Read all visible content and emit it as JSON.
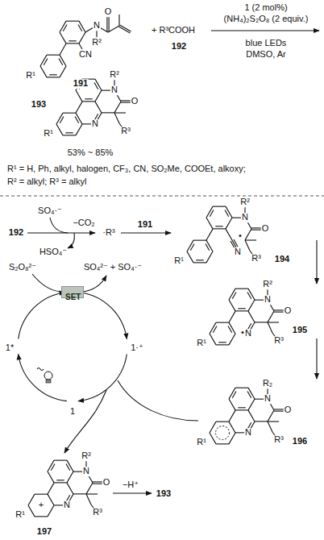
{
  "diagram": {
    "nodes": [
      {
        "text": [
          "SET"
        ]
      }
    ],
    "labels": [
      "R¹",
      "CN",
      "N",
      "O",
      "R²",
      "191",
      "+ R³COOH",
      "192",
      "1 (2 mol%)",
      "(NH₄)₂S₂O₈ (2 equiv.)",
      "blue LEDs",
      "DMSO, Ar",
      "193",
      "R¹",
      "N",
      "R²",
      "O",
      "N",
      "R³",
      "53% ~ 85%",
      "R¹ = H, Ph, alkyl, halogen, CF₃, CN, SO₂Me, COOEt, alkoxy;",
      "R² = alkyl; R³ = alkyl",
      "SO₄·⁻",
      "192",
      "−CO₂",
      "·R³",
      "HSO₄⁻",
      "191",
      "R¹",
      "N",
      "R²",
      "O",
      "N",
      "R³",
      "194",
      "S₂O₈²⁻",
      "SO₄²⁻ + SO₄·⁻",
      "1*",
      "1·⁺",
      "1",
      "R¹",
      "N",
      "R²",
      "O",
      "N",
      "R³",
      "195",
      "R¹",
      "N",
      "R₂",
      "O",
      "N",
      "R³",
      "196",
      "R¹",
      "N",
      "R²",
      "O",
      "N",
      "R³",
      "+",
      "197",
      "−H⁺",
      "193",
      "•",
      "•"
    ]
  }
}
